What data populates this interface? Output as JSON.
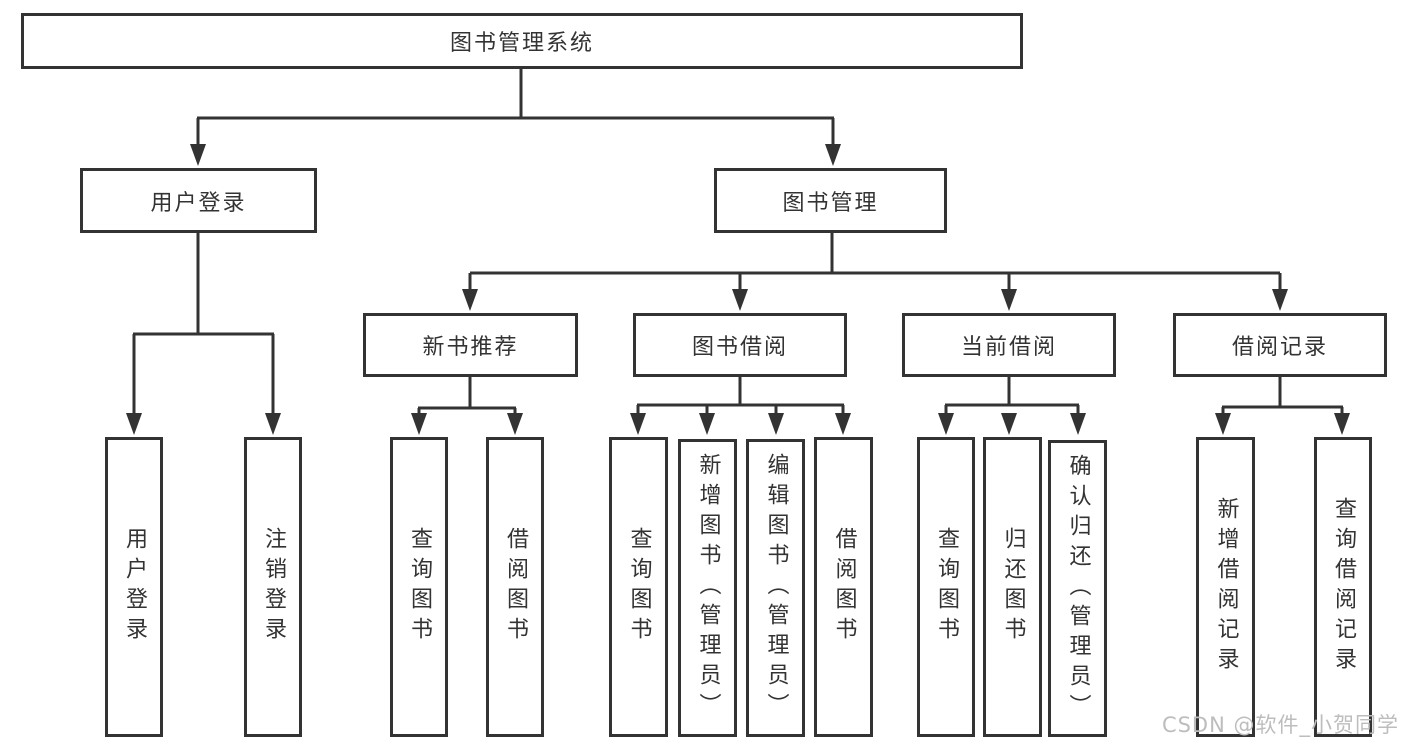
{
  "diagram": {
    "title": "图书管理系统",
    "branches": [
      {
        "label": "用户登录",
        "children": [
          "用户登录",
          "注销登录"
        ]
      },
      {
        "label": "图书管理",
        "modules": [
          {
            "label": "新书推荐",
            "children": [
              "查询图书",
              "借阅图书"
            ]
          },
          {
            "label": "图书借阅",
            "children": [
              "查询图书",
              "新增图书（管理员）",
              "编辑图书（管理员）",
              "借阅图书"
            ]
          },
          {
            "label": "当前借阅",
            "children": [
              "查询图书",
              "归还图书",
              "确认归还（管理员）"
            ]
          },
          {
            "label": "借阅记录",
            "children": [
              "新增借阅记录",
              "查询借阅记录"
            ]
          }
        ]
      }
    ]
  },
  "watermark": "CSDN @软件_小贺同学",
  "colors": {
    "line": "#333333",
    "text": "#333333",
    "watermark": "#bdbdbd",
    "background": "#ffffff"
  }
}
